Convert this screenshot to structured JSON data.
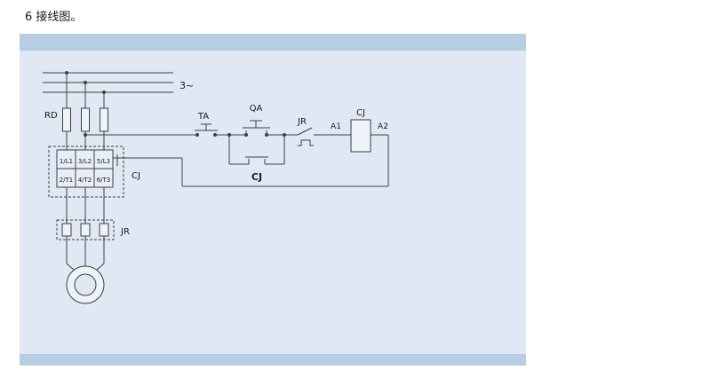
{
  "page": {
    "title": "6 接线图。"
  },
  "diagram": {
    "supply_label": "3~",
    "fuse_label": "RD",
    "contactor_main": {
      "label": "CJ",
      "terminals_top": [
        "1/L1",
        "3/L2",
        "5/L3"
      ],
      "terminals_bottom": [
        "2/T1",
        "4/T2",
        "6/T3"
      ]
    },
    "thermal_relay": {
      "label": "JR"
    },
    "control_circuit": {
      "stop_button_label": "TA",
      "start_button_label": "QA",
      "holding_contact_label": "CJ",
      "thermal_contact_label": "JR",
      "coil_label": "CJ",
      "coil_terminal_a1": "A1",
      "coil_terminal_a2": "A2"
    },
    "colors": {
      "panel_body": "#dfe8f3",
      "panel_strip": "#b7cde4",
      "line": "#3f3f3f"
    }
  }
}
